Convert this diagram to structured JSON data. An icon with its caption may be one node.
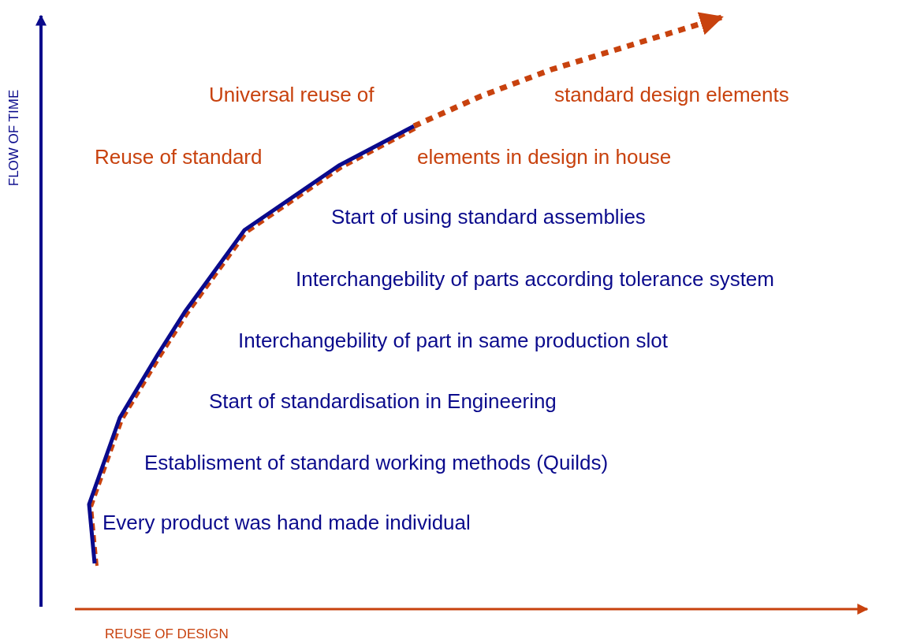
{
  "diagram": {
    "labels": [
      "Universal reuse of",
      "standard design elements",
      "FLOW OF TIME",
      "Reuse of standard",
      "elements in design in house",
      "Start of using standard assemblies",
      "Interchangebility of parts according tolerance system",
      "Interchangebility of part in same production slot",
      "Start of standardisation in Engineering",
      "Establisment of standard working methods (Quilds)",
      "Every product was hand made individual",
      "REUSE OF DESIGN"
    ]
  }
}
